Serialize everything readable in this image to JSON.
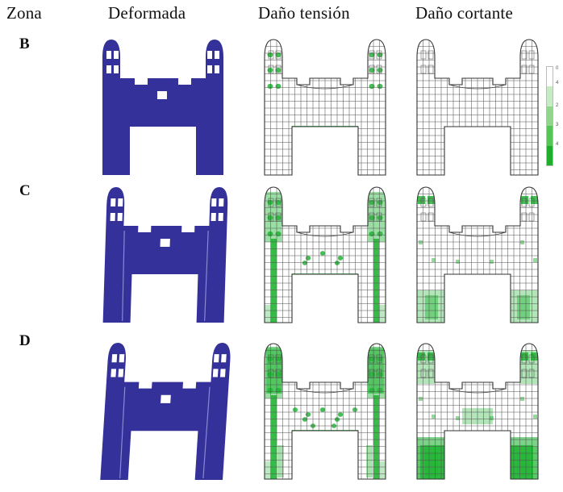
{
  "headers": {
    "zona": "Zona",
    "deformada": "Deformada",
    "dano_tension": "Daño tensión",
    "dano_cortante": "Daño cortante"
  },
  "zones": [
    {
      "label": "B",
      "tension_level": 1,
      "shear_level": 0
    },
    {
      "label": "C",
      "tension_level": 2,
      "shear_level": 2
    },
    {
      "label": "D",
      "tension_level": 3,
      "shear_level": 3
    }
  ],
  "colors": {
    "deformed_fill": "#34319a",
    "mesh_line": "#555555",
    "damage_green": "#22b535",
    "background": "#ffffff"
  },
  "legend": {
    "scale_colors": [
      "#ffffff",
      "#c7ecc4",
      "#8fd88b",
      "#55c556",
      "#1eae2c"
    ],
    "tick_labels": [
      "0",
      "4",
      "2",
      "3",
      "4"
    ]
  }
}
